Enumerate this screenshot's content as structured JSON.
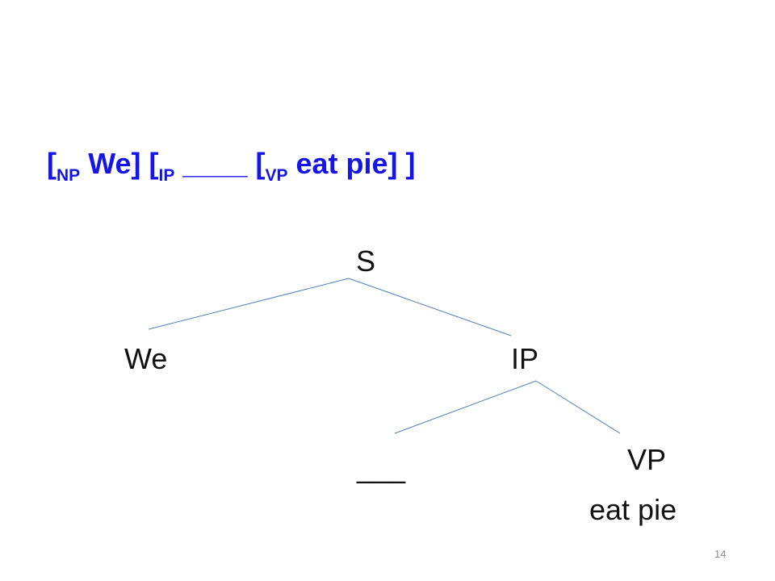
{
  "bracketed_string": {
    "open1": "[",
    "np_label": "NP",
    "np_content": " We] ",
    "open2": "[",
    "ip_label": "IP",
    "ip_content": " ____ ",
    "open3": "[",
    "vp_label": "VP",
    "vp_content": " eat pie] ]"
  },
  "tree": {
    "root": "S",
    "left_child": "We",
    "right_child": "IP",
    "ip_left_child": "___",
    "ip_right_child": "VP",
    "vp_content": "eat pie"
  },
  "colors": {
    "bracket_text": "#1515e8",
    "tree_line": "#4f81bd",
    "node_text": "#111111"
  },
  "page_number": "14"
}
